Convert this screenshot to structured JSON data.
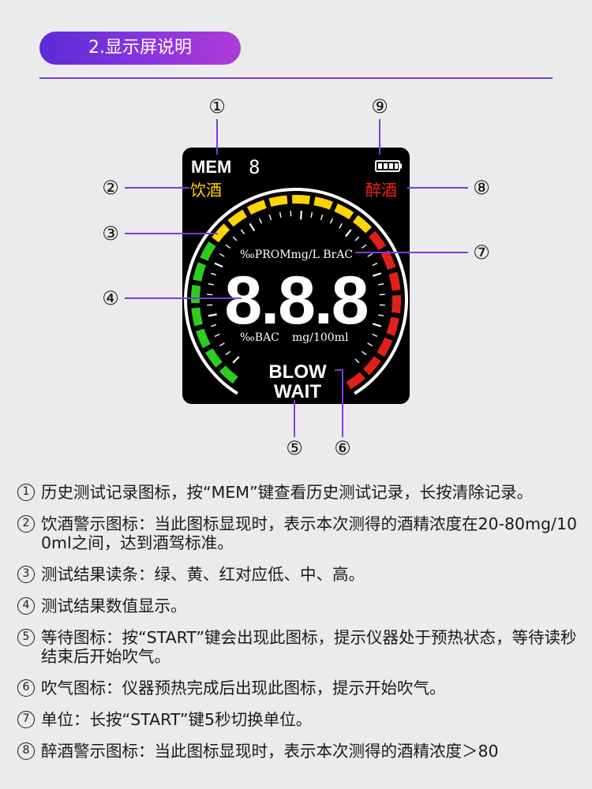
{
  "section_title": "2.显示屏说明",
  "screen": {
    "mem_label": "MEM",
    "mem_digit": "8",
    "drink_label": "饮酒",
    "drunk_label": "醉酒",
    "unit_top": "‰PROMmg/L BrAC",
    "digits": "8.8.8",
    "unit_bottom_left": "‰BAC",
    "unit_bottom_right": "mg/100ml",
    "blow": "BLOW",
    "wait": "WAIT"
  },
  "callouts": [
    "①",
    "②",
    "③",
    "④",
    "⑤",
    "⑥",
    "⑦",
    "⑧",
    "⑨"
  ],
  "colors": {
    "accent": "#7a3ee0",
    "gauge_green": "#2ecc1e",
    "gauge_yellow": "#ffd400",
    "gauge_red": "#e0201a",
    "drink": "#ffd400",
    "drunk": "#ff2020"
  },
  "descriptions": [
    {
      "num": "①",
      "text": "历史测试记录图标，按“MEM”键查看历史测试记录，长按清除记录。"
    },
    {
      "num": "②",
      "text": "饮酒警示图标：当此图标显现时，表示本次测得的酒精浓度在20-80mg/100ml之间，达到酒驾标准。"
    },
    {
      "num": "③",
      "text": "测试结果读条：绿、黄、红对应低、中、高。"
    },
    {
      "num": "④",
      "text": "测试结果数值显示。"
    },
    {
      "num": "⑤",
      "text": "等待图标：按“START”键会出现此图标，提示仪器处于预热状态，等待读秒结束后开始吹气。"
    },
    {
      "num": "⑥",
      "text": "吹气图标：仪器预热完成后出现此图标，提示开始吹气。"
    },
    {
      "num": "⑦",
      "text": "单位：长按“START”键5秒切换单位。"
    },
    {
      "num": "⑧",
      "text": "醉酒警示图标：当此图标显现时，表示本次测得的酒精浓度＞80"
    }
  ]
}
